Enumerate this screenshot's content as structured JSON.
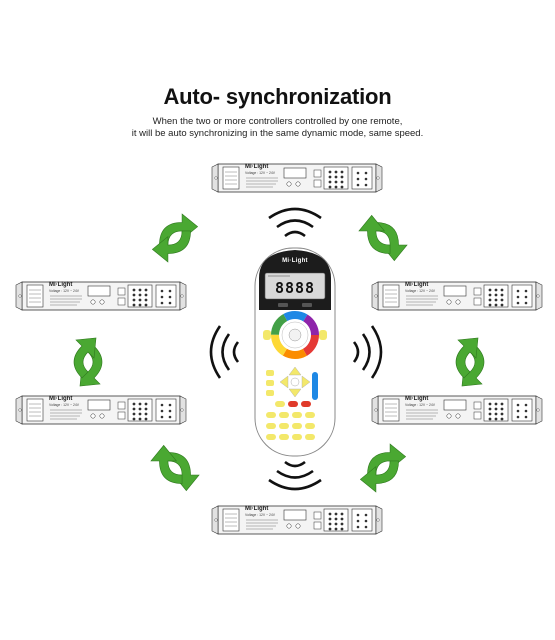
{
  "title": "Auto- synchronization",
  "subtitle_line1": "When the two or more controllers controlled by one remote,",
  "subtitle_line2": "it will be auto synchronizing in the same dynamic mode, same speed.",
  "controller": {
    "brand": "Mi·Light",
    "spec": "Voltage : 12V ~ 24V"
  },
  "remote": {
    "brand": "Mi·Light",
    "lcd_digits": "8888"
  },
  "colors": {
    "arrow_green": "#4aa832",
    "remote_dark": "#1c1c1c",
    "button_yellow": "#f3e86a",
    "button_red": "#e03a2a"
  },
  "icons": [
    "sync-arrow-icon",
    "signal-wave-icon",
    "color-wheel-icon"
  ]
}
